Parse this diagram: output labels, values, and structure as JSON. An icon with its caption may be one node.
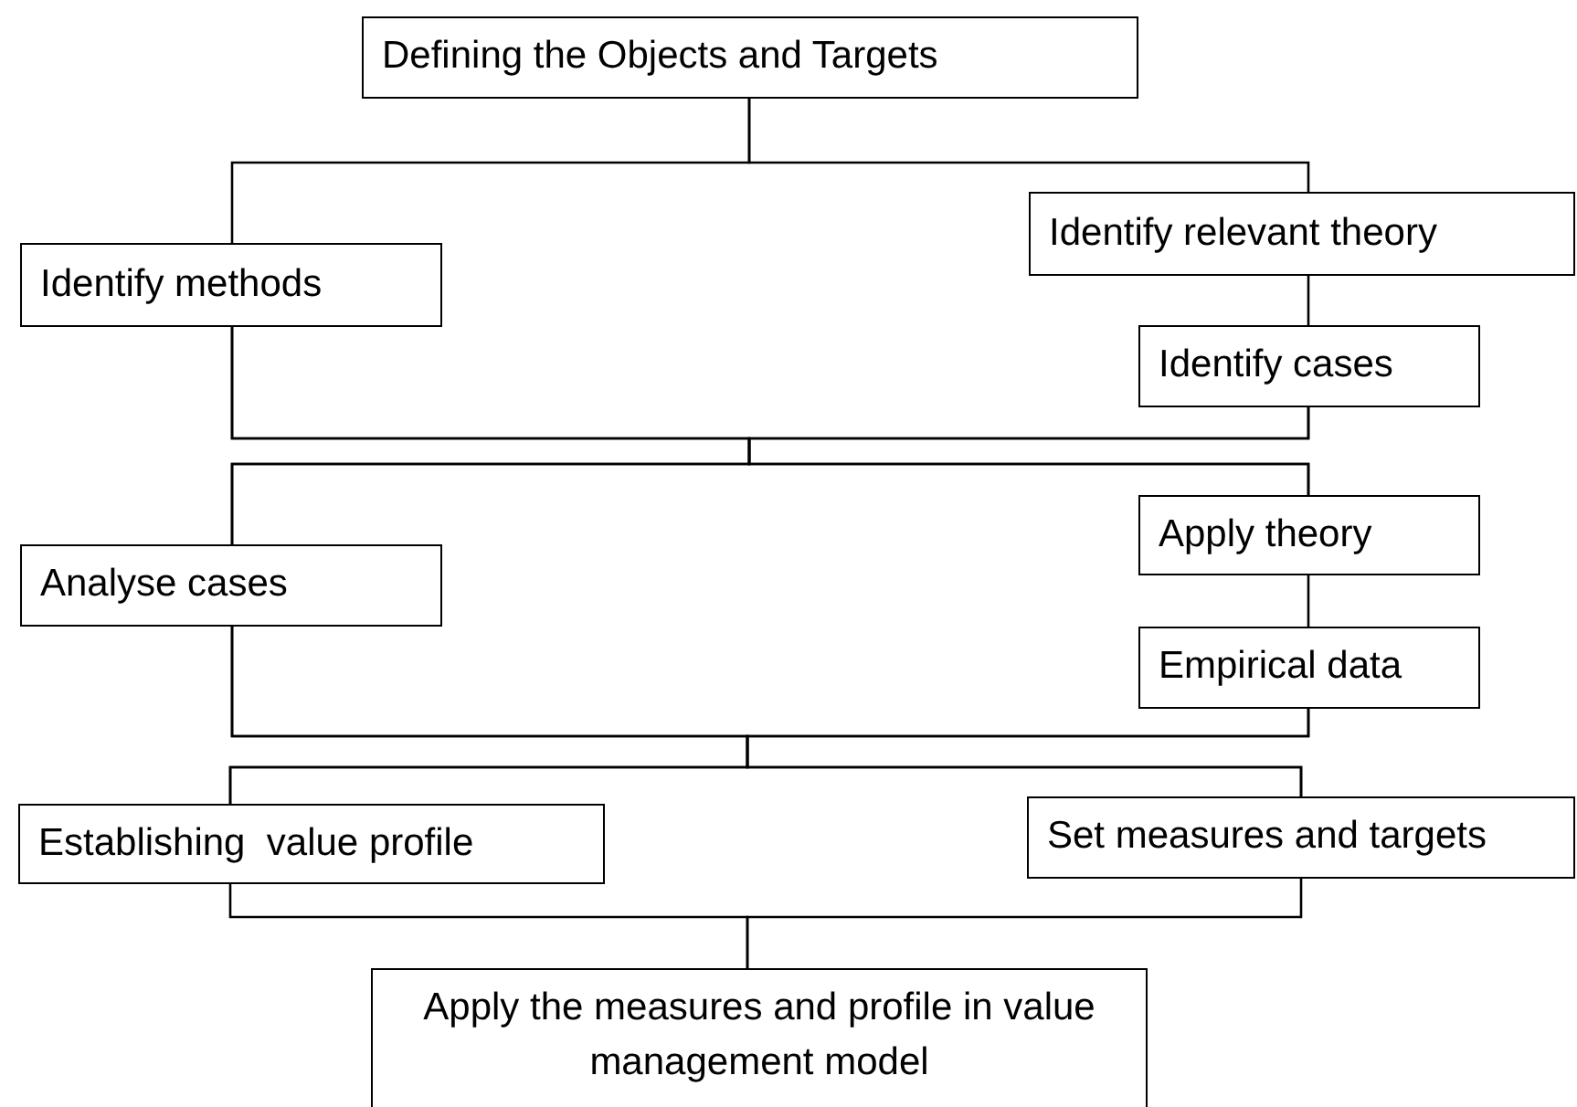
{
  "diagram": {
    "nodes": [
      {
        "text": [
          "Defining the Objects and Targets"
        ]
      },
      {
        "text": [
          "Identify methods"
        ]
      },
      {
        "text": [
          "Identify relevant theory"
        ]
      },
      {
        "text": [
          "Identify cases"
        ]
      },
      {
        "text": [
          "Analyse cases"
        ]
      },
      {
        "text": [
          "Apply theory"
        ]
      },
      {
        "text": [
          "Empirical data"
        ]
      },
      {
        "text": [
          "Establishing  value profile"
        ]
      },
      {
        "text": [
          "Set measures and targets"
        ]
      },
      {
        "text": [
          "Apply the measures and profile in value management model"
        ]
      }
    ],
    "edges": [
      {
        "from": 0,
        "to": 1,
        "arrow": "none"
      },
      {
        "from": 0,
        "to": 2,
        "arrow": "none"
      },
      {
        "from": 2,
        "to": 3,
        "arrow": "none"
      },
      {
        "from": 1,
        "to": 4,
        "arrow": "none"
      },
      {
        "from": 3,
        "to": 4,
        "arrow": "none"
      },
      {
        "from": 1,
        "to": 5,
        "arrow": "none"
      },
      {
        "from": 3,
        "to": 5,
        "arrow": "none"
      },
      {
        "from": 5,
        "to": 6,
        "arrow": "none"
      },
      {
        "from": 4,
        "to": 7,
        "arrow": "none"
      },
      {
        "from": 6,
        "to": 7,
        "arrow": "none"
      },
      {
        "from": 4,
        "to": 8,
        "arrow": "none"
      },
      {
        "from": 6,
        "to": 8,
        "arrow": "none"
      },
      {
        "from": 7,
        "to": 9,
        "arrow": "none"
      },
      {
        "from": 8,
        "to": 9,
        "arrow": "none"
      }
    ]
  }
}
